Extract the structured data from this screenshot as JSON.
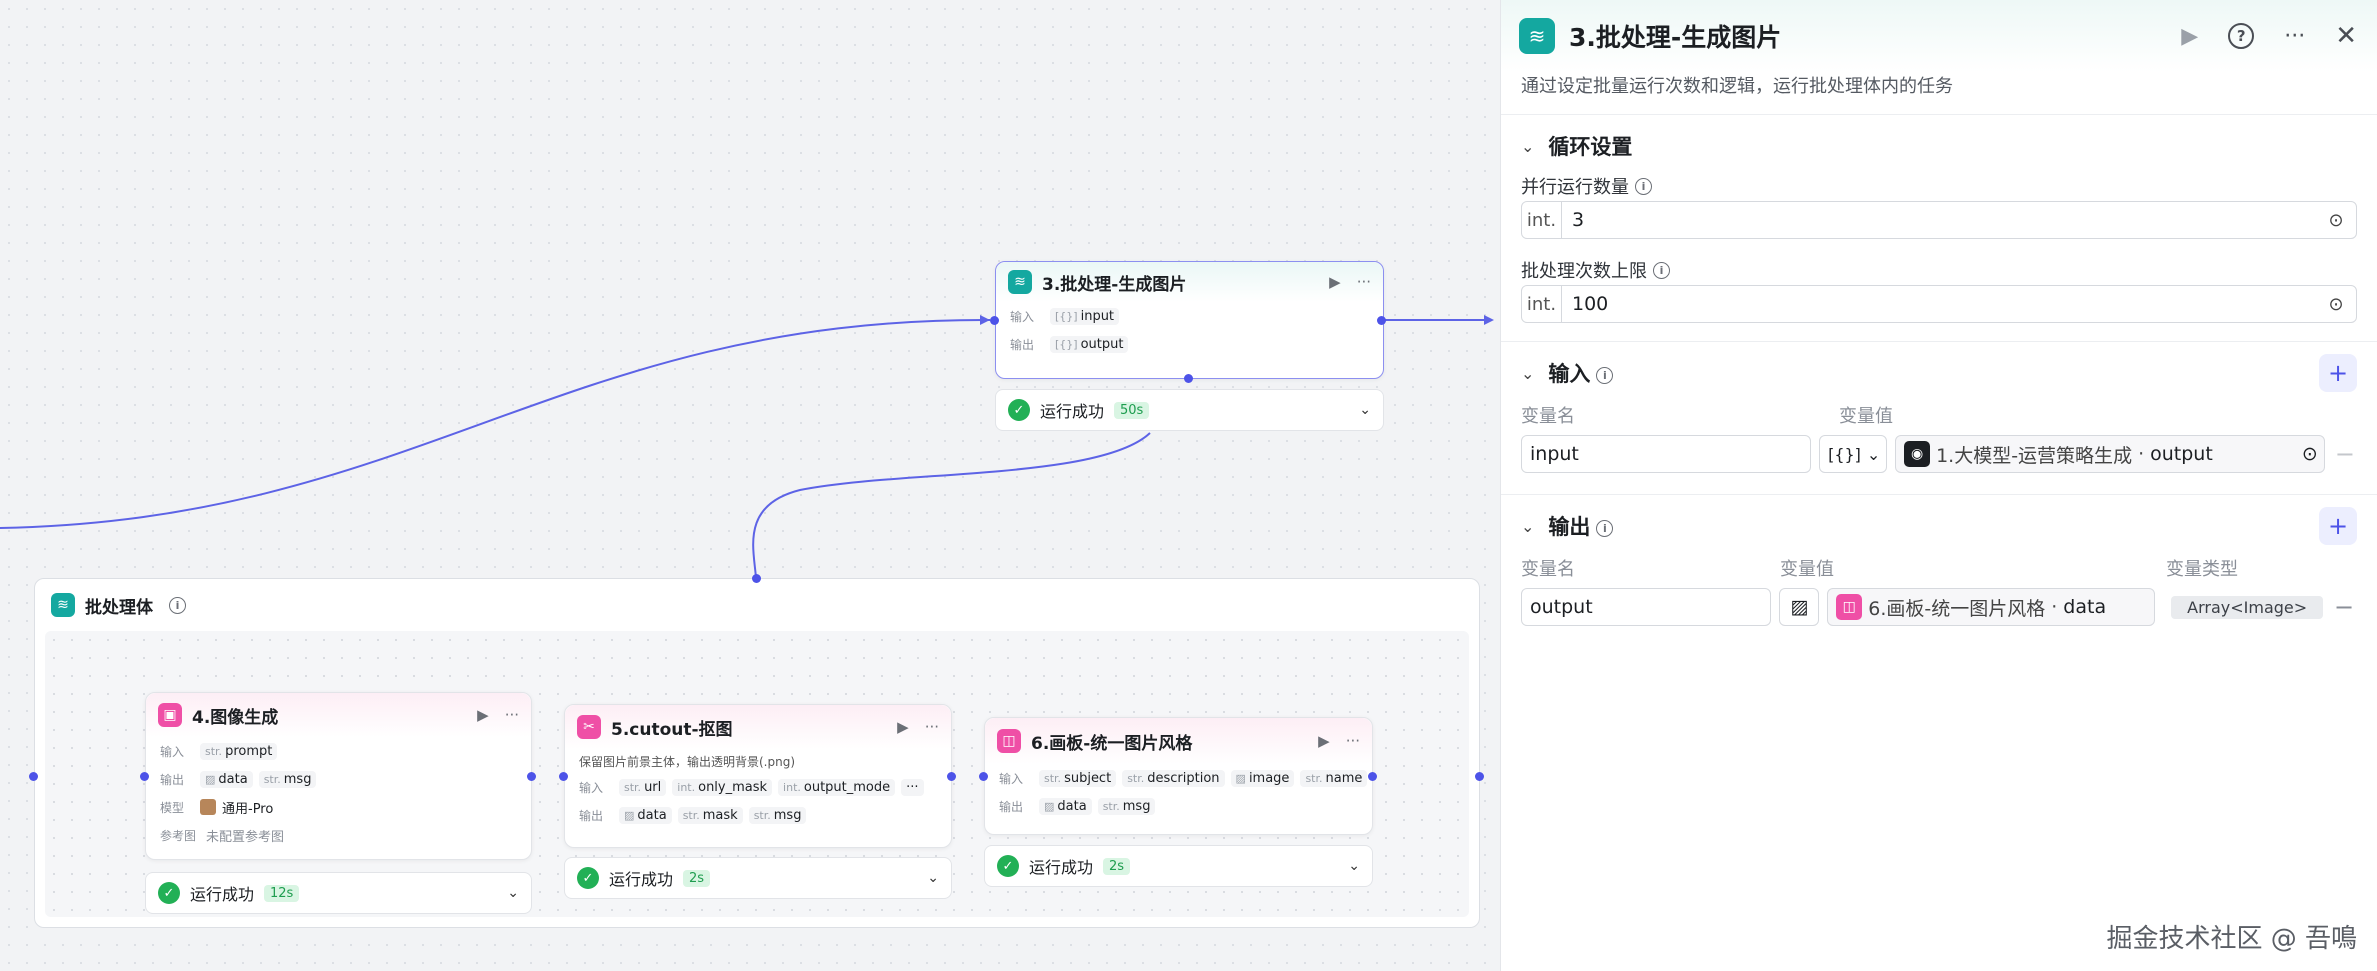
{
  "canvas": {
    "batch_node": {
      "title": "3.批处理-生成图片",
      "input_label": "输入",
      "output_label": "输出",
      "input_type": "[{}]",
      "input_name": "input",
      "output_type": "[{}]",
      "output_name": "output",
      "status": "运行成功",
      "duration": "50s"
    },
    "group": {
      "title": "批处理体"
    },
    "image_gen": {
      "title": "4.图像生成",
      "input_label": "输入",
      "output_label": "输出",
      "model_label": "模型",
      "ref_label": "参考图",
      "in_type": "str.",
      "in_name": "prompt",
      "out1_name": "data",
      "out2_type": "str.",
      "out2_name": "msg",
      "model_value": "通用-Pro",
      "ref_value": "未配置参考图",
      "status": "运行成功",
      "duration": "12s"
    },
    "cutout": {
      "title": "5.cutout-抠图",
      "desc": "保留图片前景主体，输出透明背景(.png)",
      "input_label": "输入",
      "output_label": "输出",
      "in1_type": "str.",
      "in1_name": "url",
      "in2_type": "int.",
      "in2_name": "only_mask",
      "in3_type": "int.",
      "in3_name": "output_mode",
      "more": "···",
      "out1_name": "data",
      "out2_type": "str.",
      "out2_name": "mask",
      "out3_type": "str.",
      "out3_name": "msg",
      "status": "运行成功",
      "duration": "2s"
    },
    "canvas_node": {
      "title": "6.画板-统一图片风格",
      "input_label": "输入",
      "output_label": "输出",
      "in1_type": "str.",
      "in1_name": "subject",
      "in2_type": "str.",
      "in2_name": "description",
      "in3_name": "image",
      "in4_type": "str.",
      "in4_name": "name",
      "out1_name": "data",
      "out2_type": "str.",
      "out2_name": "msg",
      "status": "运行成功",
      "duration": "2s"
    }
  },
  "panel": {
    "title": "3.批处理-生成图片",
    "description": "通过设定批量运行次数和逻辑，运行批处理体内的任务",
    "loop_section": "循环设置",
    "parallel_label": "并行运行数量",
    "parallel_prefix": "int.",
    "parallel_value": "3",
    "limit_label": "批处理次数上限",
    "limit_prefix": "int.",
    "limit_value": "100",
    "input_section": "输入",
    "input_col_name": "变量名",
    "input_col_value": "变量值",
    "input_var_name": "input",
    "input_var_type": "[{}]",
    "input_ref_source": "1.大模型-运营策略生成",
    "input_ref_sep": "·",
    "input_ref_key": "output",
    "output_section": "输出",
    "output_col_name": "变量名",
    "output_col_value": "变量值",
    "output_col_type": "变量类型",
    "output_var_name": "output",
    "output_ref_source": "6.画板-统一图片风格",
    "output_ref_sep": "·",
    "output_ref_key": "data",
    "output_var_type": "Array<Image>"
  },
  "watermark": "掘金技术社区 @ 吾鳴",
  "colors": {
    "accent": "#4d53e8",
    "teal_icon": "#14a8a0",
    "pink_icon": "#ef4fa6",
    "success": "#22b056"
  },
  "icons": [
    "layers-icon",
    "play-icon",
    "more-icon",
    "help-icon",
    "close-icon",
    "chevron-down-icon",
    "info-icon",
    "plus-icon",
    "minus-icon",
    "stepper-icon",
    "image-icon",
    "check-icon",
    "llm-icon"
  ]
}
